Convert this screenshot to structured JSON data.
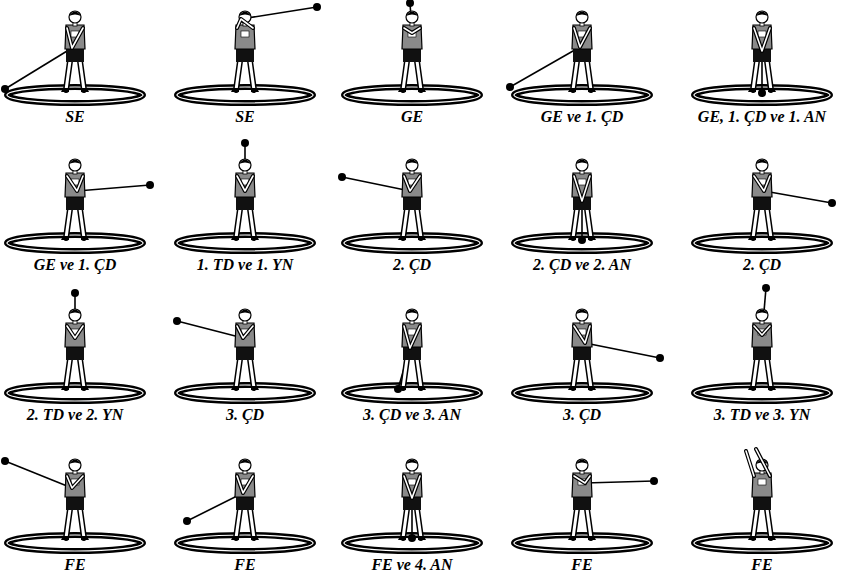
{
  "diagram": {
    "labels": [
      "SE",
      "SE",
      "GE",
      "GE ve 1. ÇD",
      "GE, 1. ÇD ve 1. AN",
      "GE ve 1. ÇD",
      "1. TD ve 1. YN",
      "2. ÇD",
      "2. ÇD ve 2. AN",
      "2. ÇD",
      "2. TD ve 2. YN",
      "3. ÇD",
      "3. ÇD ve 3. AN",
      "3. ÇD",
      "3. TD ve 3. YN",
      "FE",
      "FE",
      "FE ve 4. AN",
      "FE",
      "FE"
    ]
  }
}
